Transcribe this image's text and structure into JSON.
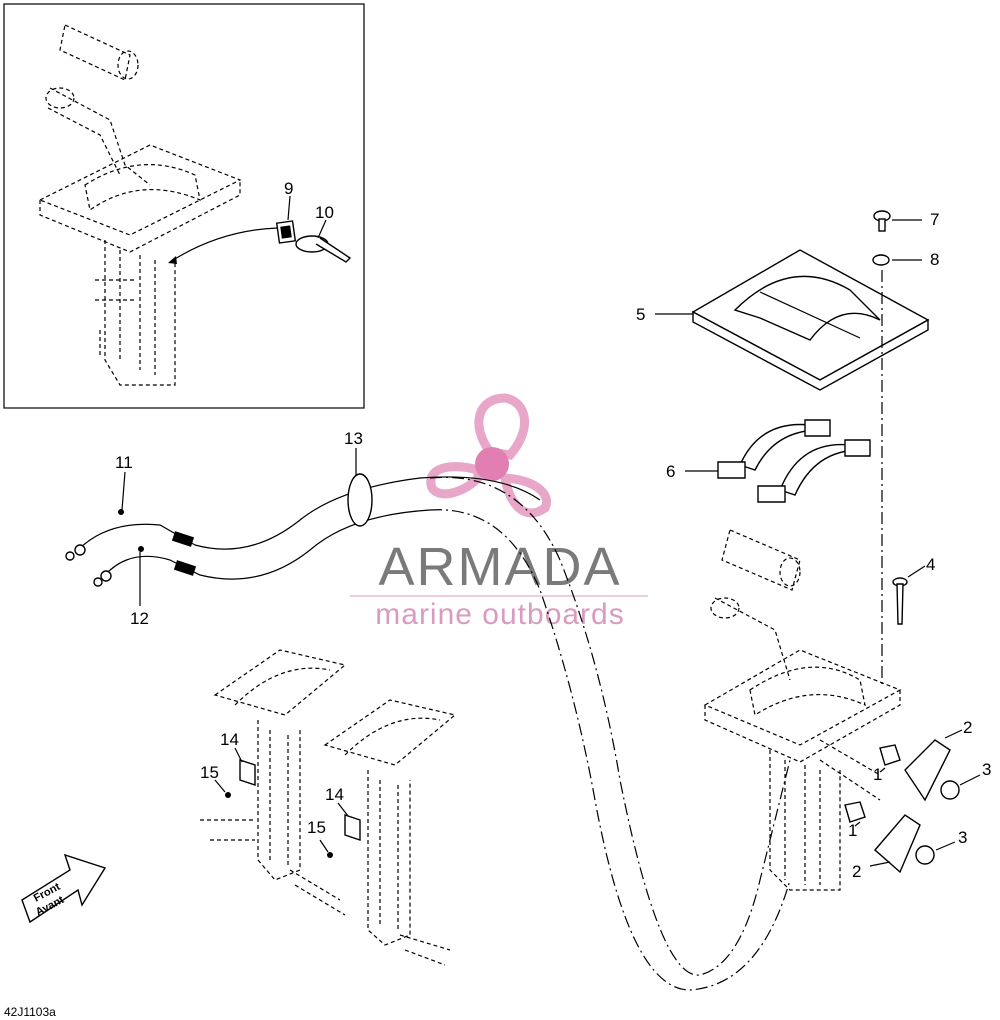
{
  "drawing_id": "42J1103a",
  "watermark": {
    "brand": "ARMADA",
    "tagline": "marine outboards",
    "colors": {
      "logo_pink": "#e8a6c8",
      "logo_hub": "#e27fb2",
      "text_gray": "#7a7a7a",
      "tagline_pink": "#d99bbf"
    }
  },
  "direction_arrow": {
    "line1": "Front",
    "line2": "Avant"
  },
  "callouts": {
    "c1": "1",
    "c1b": "1",
    "c2": "2",
    "c2b": "2",
    "c3": "3",
    "c3b": "3",
    "c4": "4",
    "c5": "5",
    "c6": "6",
    "c7": "7",
    "c8": "8",
    "c9": "9",
    "c10": "10",
    "c11": "11",
    "c12": "12",
    "c13": "13",
    "c14": "14",
    "c14b": "14",
    "c15": "15",
    "c15b": "15"
  }
}
